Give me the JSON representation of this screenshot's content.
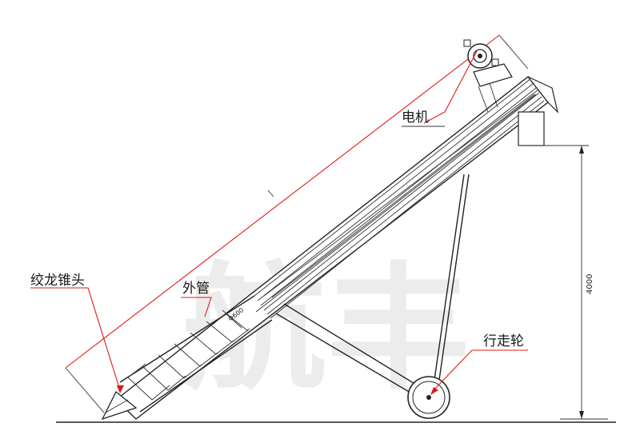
{
  "watermark": "航丰",
  "labels": {
    "motor": "电机",
    "auger_cone_head": "绞龙锥头",
    "outer_tube": "外管",
    "travel_wheel": "行走轮"
  },
  "dimensions": {
    "height": "4000",
    "tube_diameter": "Φ600"
  },
  "colors": {
    "leader_red": "#e01818",
    "line": "#222222",
    "watermark": "#ececec"
  }
}
